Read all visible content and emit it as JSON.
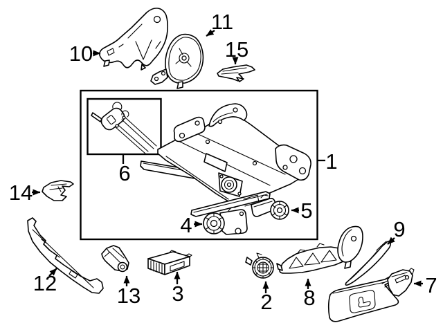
{
  "figure": {
    "kind": "exploded-parts-diagram",
    "subject": "power seat track, adjuster motors, covers and trim components",
    "colors": {
      "background": "#ffffff",
      "line": "#000000",
      "label": "#000000"
    }
  },
  "callouts": [
    {
      "label": "1"
    },
    {
      "label": "2"
    },
    {
      "label": "3"
    },
    {
      "label": "4"
    },
    {
      "label": "5"
    },
    {
      "label": "6"
    },
    {
      "label": "7"
    },
    {
      "label": "8"
    },
    {
      "label": "9"
    },
    {
      "label": "10"
    },
    {
      "label": "11"
    },
    {
      "label": "12"
    },
    {
      "label": "13"
    },
    {
      "label": "14"
    },
    {
      "label": "15"
    }
  ]
}
